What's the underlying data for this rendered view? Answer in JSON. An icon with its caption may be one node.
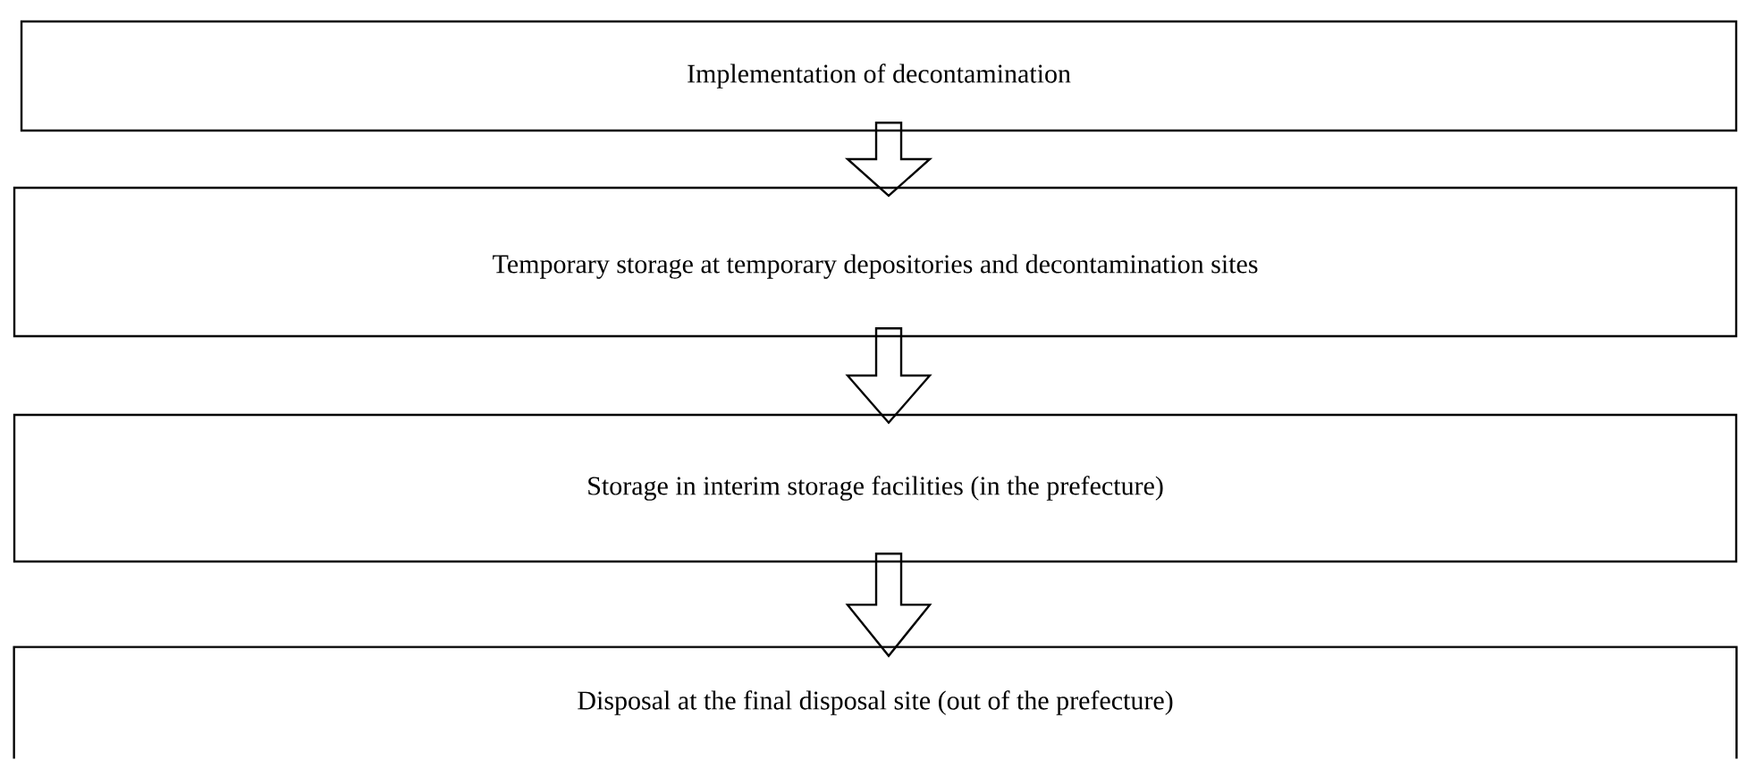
{
  "diagram": {
    "nodes": [
      {
        "text": [
          "Implementation of decontamination"
        ]
      },
      {
        "text": [
          "Temporary storage at temporary depositories and decontamination sites"
        ]
      },
      {
        "text": [
          "Storage in interim storage facilities (in the prefecture)"
        ]
      },
      {
        "text": [
          "Disposal at the final disposal site (out of the prefecture)"
        ]
      }
    ],
    "edges": [
      {
        "from": 0,
        "to": 1,
        "arrow": "to"
      },
      {
        "from": 1,
        "to": 2,
        "arrow": "to"
      },
      {
        "from": 2,
        "to": 3,
        "arrow": "to"
      }
    ]
  }
}
